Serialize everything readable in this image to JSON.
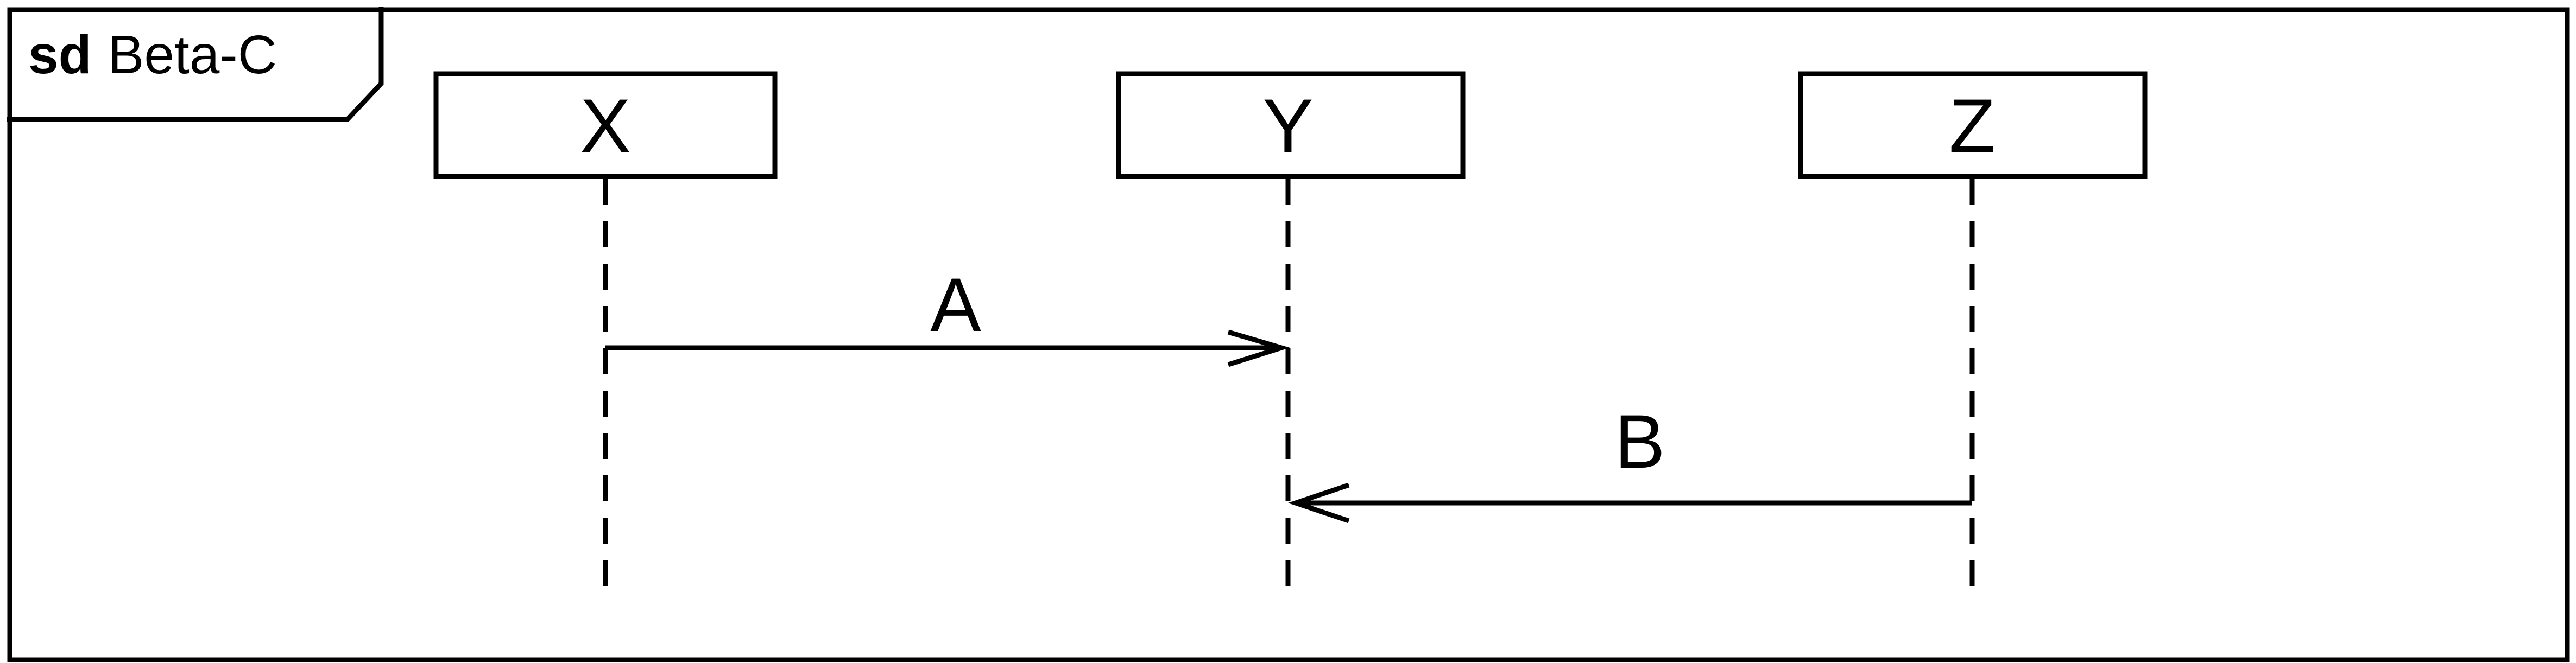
{
  "frame": {
    "keyword": "sd",
    "name": "Beta-C"
  },
  "lifelines": [
    {
      "id": "X",
      "label": "X"
    },
    {
      "id": "Y",
      "label": "Y"
    },
    {
      "id": "Z",
      "label": "Z"
    }
  ],
  "messages": [
    {
      "label": "A",
      "from": "X",
      "to": "Y"
    },
    {
      "label": "B",
      "from": "Z",
      "to": "Y"
    }
  ],
  "colors": {
    "stroke": "#000000",
    "background": "#ffffff"
  }
}
